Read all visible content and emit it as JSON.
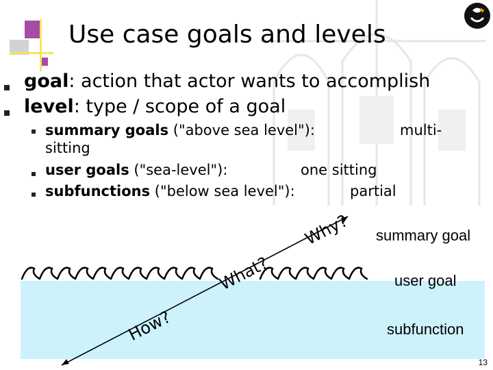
{
  "title": "Use case goals and levels",
  "bullets": [
    {
      "term": "goal",
      "rest": ": action that actor wants to accomplish"
    },
    {
      "term": "level",
      "rest": ": type / scope of a goal"
    }
  ],
  "sub_bullets": [
    {
      "term": "summary goals",
      "rest": " (\"above sea level\"):",
      "value": "multi-",
      "cont": "sitting"
    },
    {
      "term": "user goals",
      "rest": " (\"sea-level\"):",
      "value": "one sitting"
    },
    {
      "term": "subfunctions",
      "rest": " (\"below sea level\"):",
      "value": "partial"
    }
  ],
  "diagram": {
    "questions": {
      "why": "Why?",
      "what": "What?",
      "how": "How?"
    },
    "labels": {
      "summary": "summary goal",
      "user": "user goal",
      "sub": "subfunction"
    }
  },
  "colors": {
    "water": "#cdf2fc",
    "deco_purple": "#a64ca6",
    "deco_yellow": "#f5e55c"
  },
  "page_number": "13"
}
